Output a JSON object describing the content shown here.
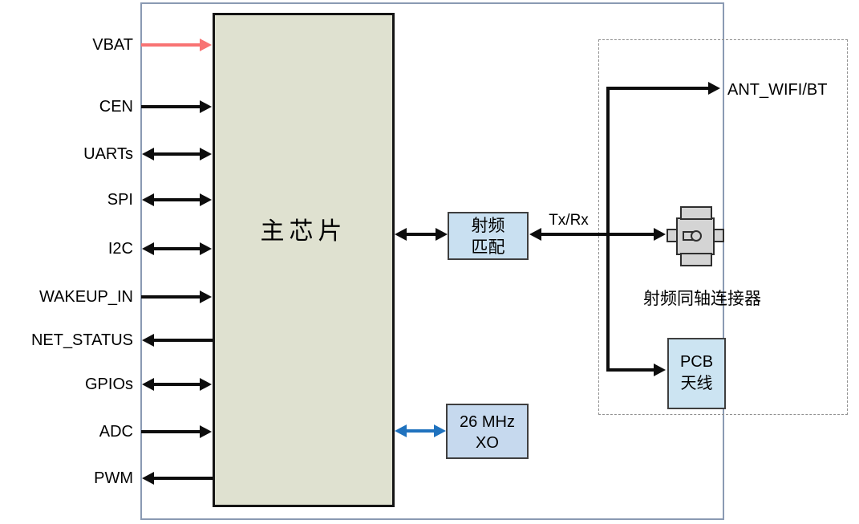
{
  "signals": [
    {
      "label": "VBAT",
      "direction": "input",
      "color": "#f87373"
    },
    {
      "label": "CEN",
      "direction": "input",
      "color": "#0d0d0d"
    },
    {
      "label": "UARTs",
      "direction": "bidirectional",
      "color": "#0d0d0d"
    },
    {
      "label": "SPI",
      "direction": "bidirectional",
      "color": "#0d0d0d"
    },
    {
      "label": "I2C",
      "direction": "bidirectional",
      "color": "#0d0d0d"
    },
    {
      "label": "WAKEUP_IN",
      "direction": "input",
      "color": "#0d0d0d"
    },
    {
      "label": "NET_STATUS",
      "direction": "output",
      "color": "#0d0d0d"
    },
    {
      "label": "GPIOs",
      "direction": "bidirectional",
      "color": "#0d0d0d"
    },
    {
      "label": "ADC",
      "direction": "input",
      "color": "#0d0d0d"
    },
    {
      "label": "PWM",
      "direction": "output",
      "color": "#0d0d0d"
    }
  ],
  "chip": {
    "label": "主芯片"
  },
  "rf_match": {
    "line1": "射频",
    "line2": "匹配"
  },
  "xo": {
    "line1": "26 MHz",
    "line2": "XO",
    "arrow_color": "#1f72be"
  },
  "pcb_antenna": {
    "line1": "PCB",
    "line2": "天线"
  },
  "annotations": {
    "txrx": "Tx/Rx",
    "ant": "ANT_WIFI/BT",
    "rf_connector": "射频同轴连接器"
  },
  "colors": {
    "outer_border": "#8a9ab3",
    "dashed_border": "#8f8f8f",
    "chip_fill": "#dfe1d0",
    "rf_match_fill": "#c9e0f1",
    "xo_fill": "#c6d9ee",
    "pcb_fill": "#cce4f2",
    "connector_fill": "#d4d4d4",
    "black_line": "#0d0d0d",
    "vbat_arrow": "#f87373",
    "xo_arrow": "#1f72be"
  }
}
